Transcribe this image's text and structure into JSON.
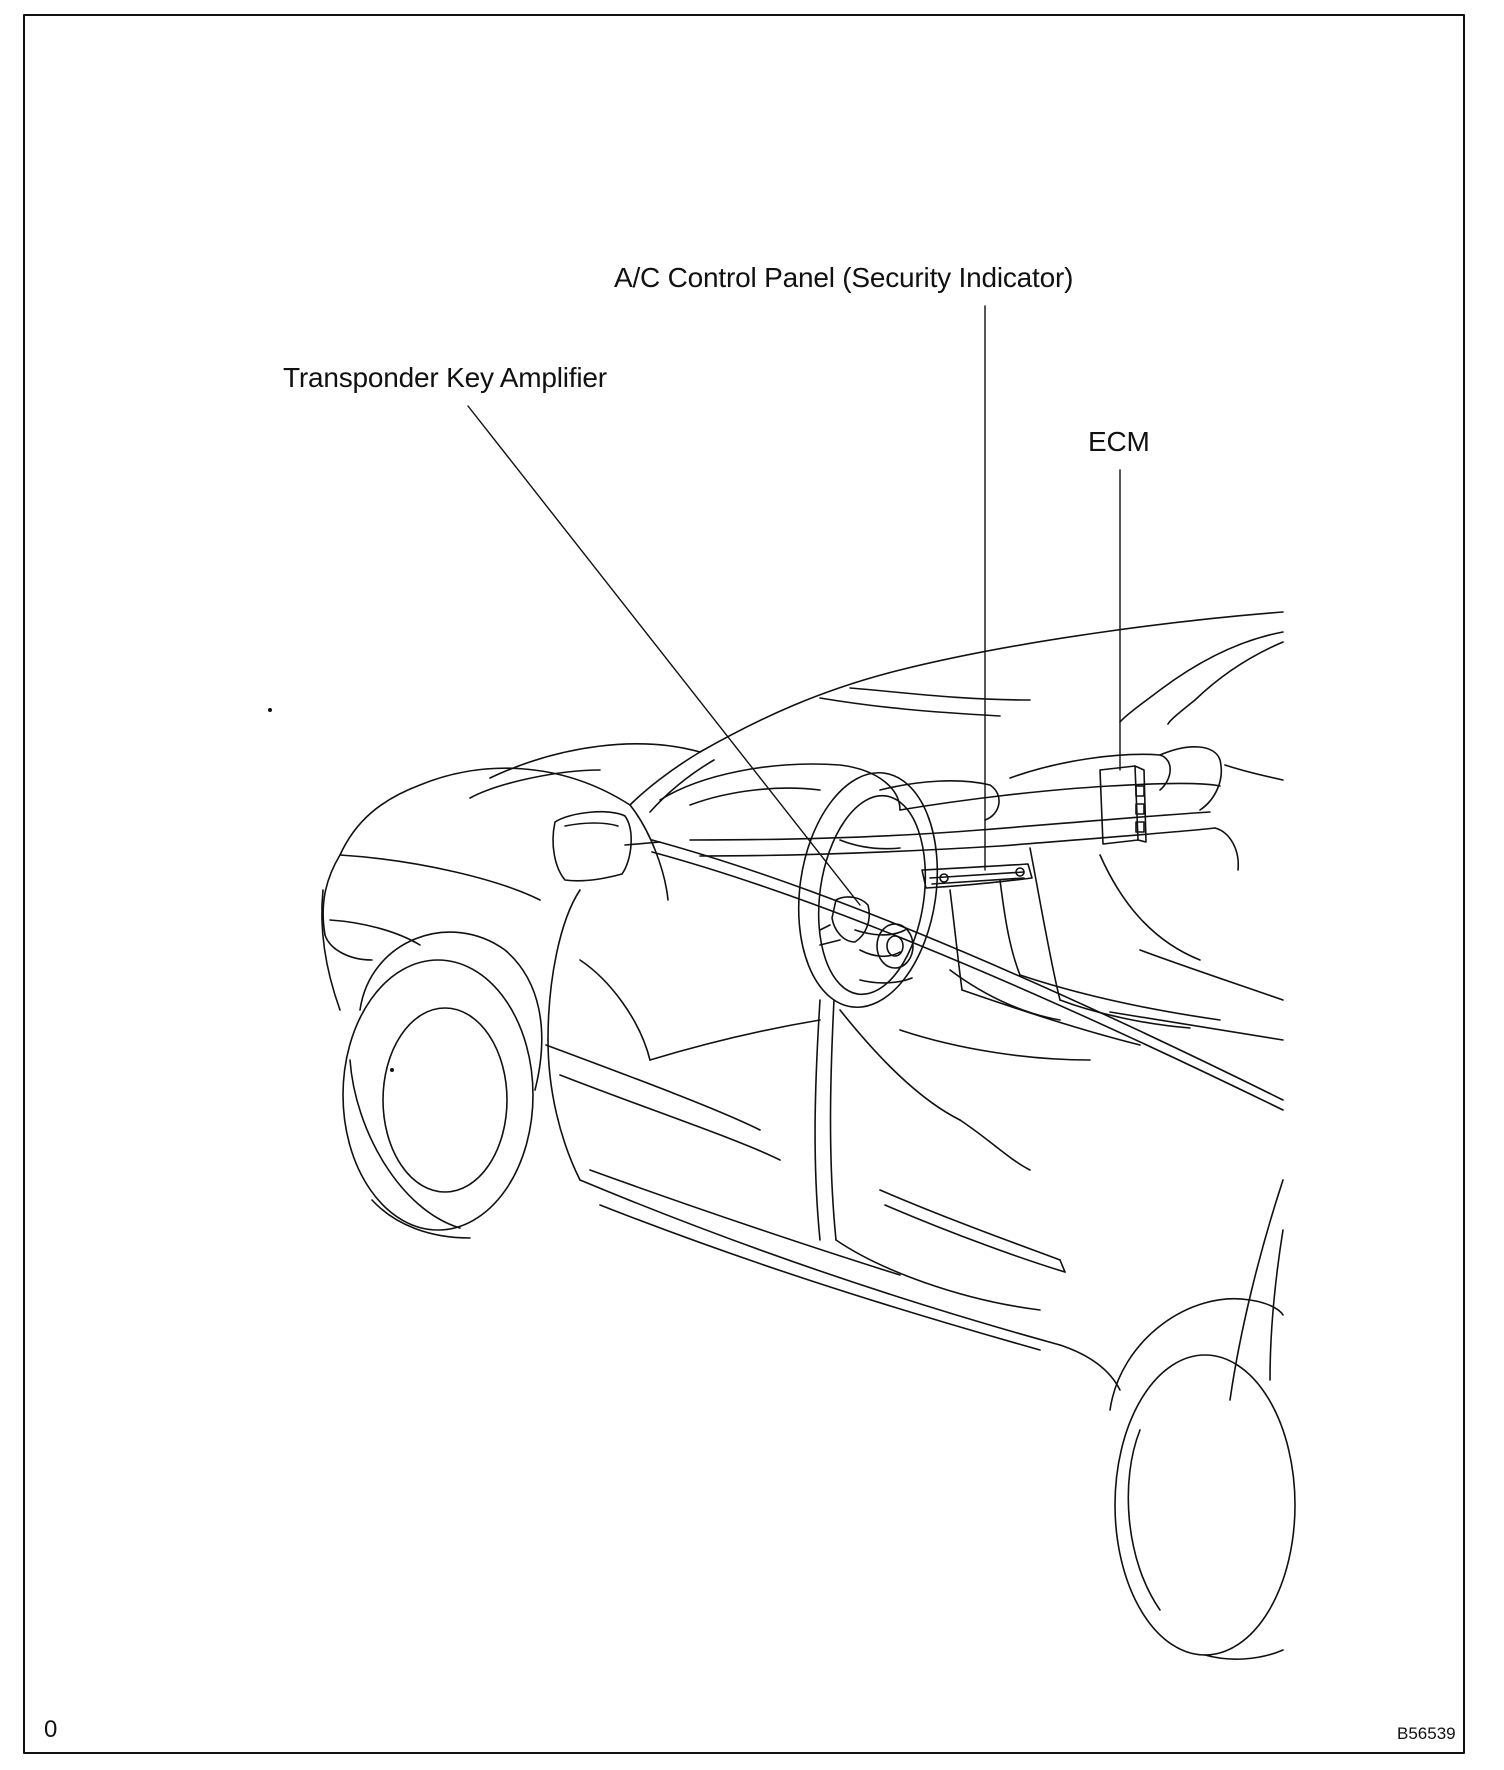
{
  "labels": {
    "ac_panel": "A/C Control Panel (Security Indicator)",
    "transponder": "Transponder Key Amplifier",
    "ecm": "ECM"
  },
  "footer": {
    "page_marker": "0",
    "figure_code": "B56539"
  },
  "colors": {
    "ink": "#111111",
    "background": "#ffffff"
  }
}
